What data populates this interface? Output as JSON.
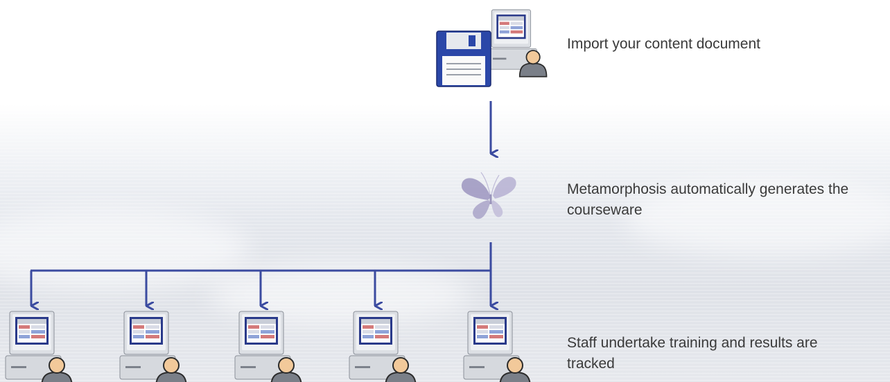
{
  "steps": {
    "import_label": "Import your content document",
    "generate_label": "Metamorphosis automatically generates the courseware",
    "track_label": "Staff undertake training and results are tracked"
  },
  "icons": {
    "import": [
      "floppy-disk-icon",
      "computer-user-icon"
    ],
    "generate": "butterfly-icon",
    "staff": "computer-user-icon"
  },
  "colors": {
    "arrow": "#3b4ba0",
    "text": "#3a3a3a"
  }
}
